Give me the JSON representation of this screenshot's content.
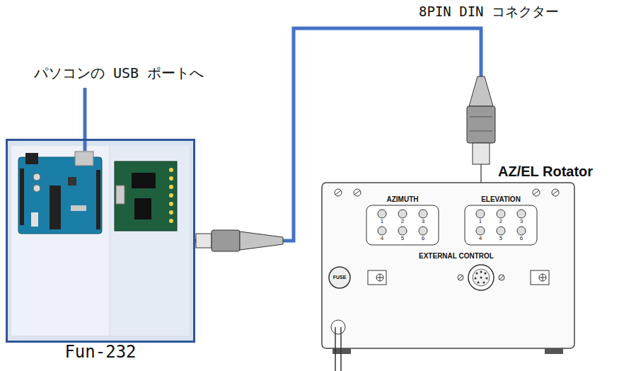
{
  "diagram": {
    "nodes": [
      {
        "text": [
          "Fun-232"
        ]
      },
      {
        "text": [
          "AZ/EL Rotator"
        ]
      }
    ],
    "edges": [
      {
        "from": 0,
        "to": 1,
        "arrow": "none"
      }
    ],
    "labels": [
      "8PIN DIN コネクター",
      "パソコンの USB ポートへ",
      "AZIMUTH",
      "1",
      "2",
      "3",
      "4",
      "5",
      "6",
      "ELEVATION",
      "1",
      "2",
      "3",
      "4",
      "5",
      "6",
      "EXTERNAL CONTROL",
      "FUSE"
    ]
  }
}
